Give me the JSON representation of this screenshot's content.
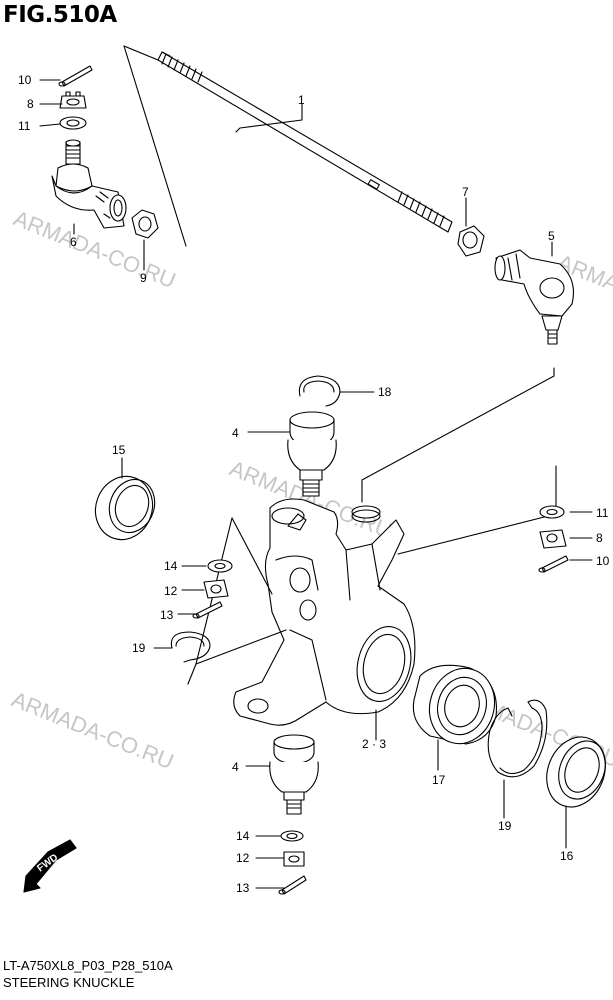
{
  "title": "FIG.510A",
  "footer": {
    "code": "LT-A750XL8_P03_P28_510A",
    "name": "STEERING KNUCKLE"
  },
  "watermark": "ARMADA-CO.RU",
  "fwd_label": "FWD",
  "callouts": {
    "c1": "1",
    "c2_3": "2 · 3",
    "c4_top": "4",
    "c4_bottom": "4",
    "c5": "5",
    "c6": "6",
    "c7": "7",
    "c8_left": "8",
    "c8_right": "8",
    "c9": "9",
    "c10_left": "10",
    "c10_right": "10",
    "c11_left": "11",
    "c11_right": "11",
    "c12_mid": "12",
    "c12_bottom": "12",
    "c13_mid": "13",
    "c13_bottom": "13",
    "c14_mid": "14",
    "c14_bottom": "14",
    "c15": "15",
    "c16": "16",
    "c17": "17",
    "c18": "18",
    "c19_left": "19",
    "c19_right": "19"
  },
  "colors": {
    "line": "#000000",
    "watermark": "#c6c6c6"
  }
}
